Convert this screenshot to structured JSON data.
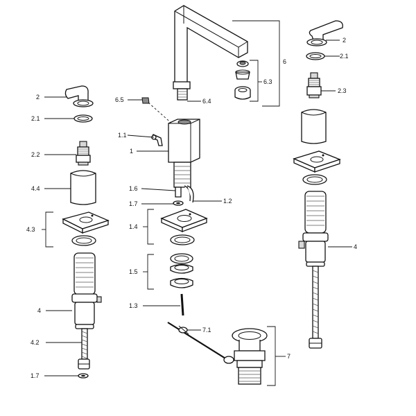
{
  "labels": {
    "l2_left": "2",
    "l21_left": "2.1",
    "l22": "2.2",
    "l44": "4.4",
    "l43": "4.3",
    "l4_left": "4",
    "l42": "4.2",
    "l17_bottom": "1.7",
    "l65": "6.5",
    "l11": "1.1",
    "l1": "1",
    "l16": "1.6",
    "l17_mid": "1.7",
    "l12": "1.2",
    "l14": "1.4",
    "l15": "1.5",
    "l13": "1.3",
    "l71": "7.1",
    "l7": "7",
    "l64": "6.4",
    "l63": "6.3",
    "l6": "6",
    "l2_right": "2",
    "l21_right": "2.1",
    "l23": "2.3",
    "l4_right": "4"
  }
}
